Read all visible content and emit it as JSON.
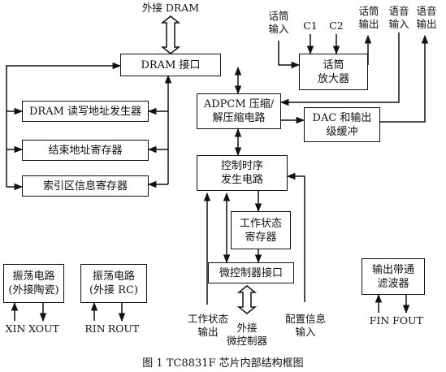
{
  "diagram": {
    "top_label": "外接 DRAM",
    "blocks": {
      "dram_if": "DRAM 接口",
      "addr_gen": "DRAM 读写地址发生器",
      "end_addr": "结束地址寄存器",
      "index_reg": "索引区信息寄存器",
      "adpcm": "ADPCM 压缩/\n解压缩电路",
      "amp": "话筒\n放大器",
      "dac": "DAC 和输出\n级缓冲",
      "ctrl_timing": "控制时序\n发生电路",
      "status_reg": "工作状态\n寄存器",
      "mcu_if": "微控制器接口",
      "osc_ceramic": "振荡电路\n(外接陶瓷)",
      "osc_rc": "振荡电路\n(外接 RC)",
      "filter": "输出带通\n滤波器"
    },
    "labels": {
      "mic_in": "话筒\n输入",
      "c1": "C1",
      "c2": "C2",
      "mic_out": "话筒\n输出",
      "voice_in": "语音\n输入",
      "voice_out": "语音\n输出",
      "xin": "XIN",
      "xout": "XOUT",
      "rin": "RIN",
      "rout": "ROUT",
      "status_out": "工作状态\n输出",
      "ext_mcu": "外接\n微控制器",
      "config_in": "配置信息\n输入",
      "fin": "FIN",
      "fout": "FOUT"
    },
    "caption": "图 1  TC8831F 芯片内部结构框图"
  }
}
